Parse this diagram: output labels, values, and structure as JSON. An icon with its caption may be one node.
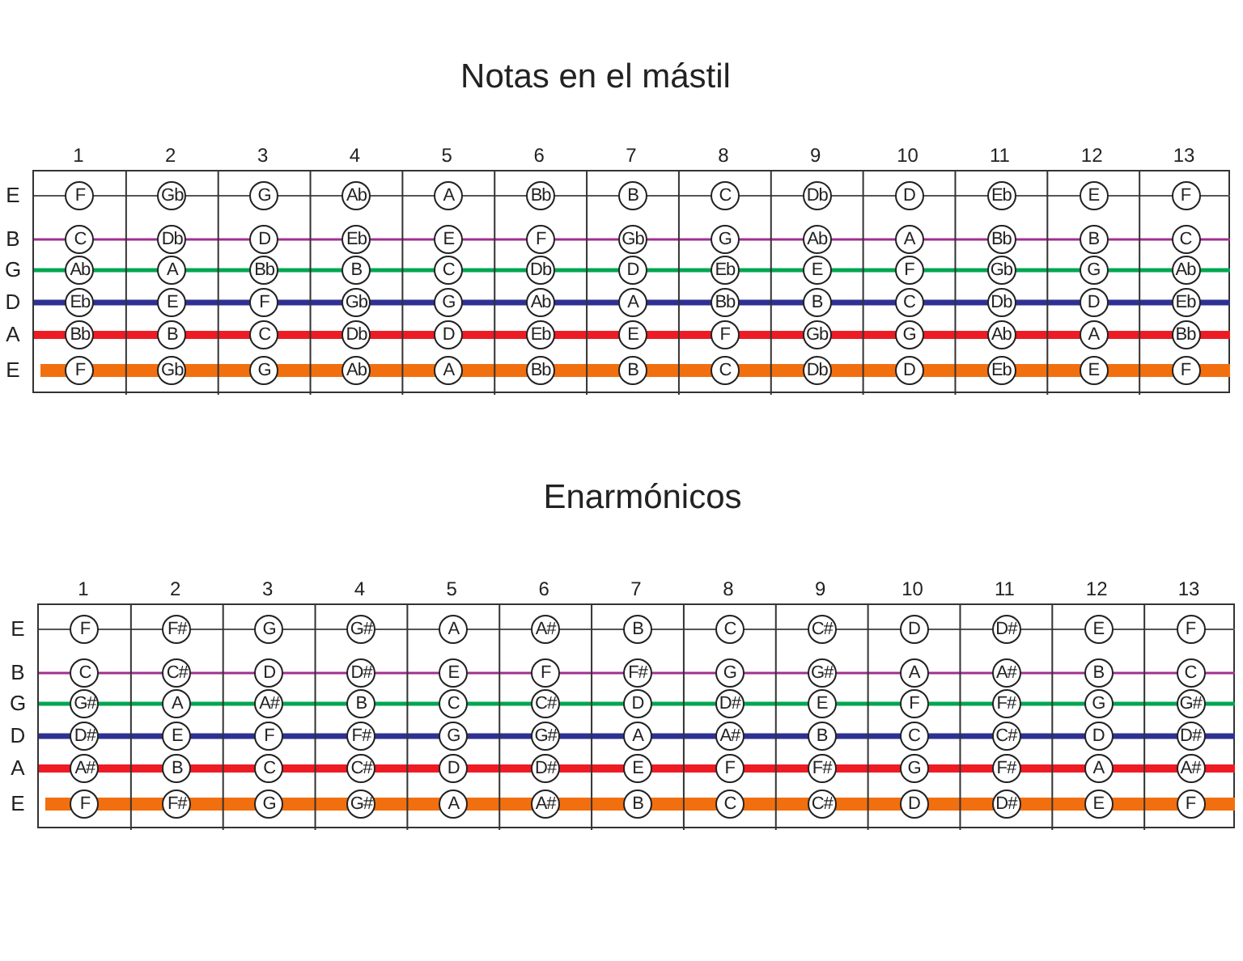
{
  "diagram": {
    "title": "Notas en el mástil",
    "nodes": [
      {
        "text": [],
        "shape": "box"
      },
      {
        "text": [
          "F"
        ],
        "in": 0
      },
      {
        "text": [
          "Gb"
        ],
        "in": 0
      },
      {
        "text": [
          "G"
        ],
        "in": 0
      },
      {
        "text": [
          "Ab"
        ],
        "in": 0
      },
      {
        "text": [
          "A"
        ],
        "in": 0
      },
      {
        "text": [
          "Bb"
        ],
        "in": 0
      },
      {
        "text": [
          "B"
        ],
        "in": 0
      },
      {
        "text": [
          "C"
        ],
        "in": 0
      },
      {
        "text": [
          "Db"
        ],
        "in": 0
      },
      {
        "text": [
          "D"
        ],
        "in": 0
      },
      {
        "text": [
          "Eb"
        ],
        "in": 0
      },
      {
        "text": [
          "E"
        ],
        "in": 0
      },
      {
        "text": [
          "F"
        ],
        "in": 0
      },
      {
        "text": [
          "C"
        ],
        "in": 0
      },
      {
        "text": [
          "Db"
        ],
        "in": 0
      },
      {
        "text": [
          "D"
        ],
        "in": 0
      },
      {
        "text": [
          "Eb"
        ],
        "in": 0
      },
      {
        "text": [
          "E"
        ],
        "in": 0
      },
      {
        "text": [
          "F"
        ],
        "in": 0
      },
      {
        "text": [
          "Gb"
        ],
        "in": 0
      },
      {
        "text": [
          "G"
        ],
        "in": 0
      },
      {
        "text": [
          "Ab"
        ],
        "in": 0
      },
      {
        "text": [
          "A"
        ],
        "in": 0
      },
      {
        "text": [
          "Bb"
        ],
        "in": 0
      },
      {
        "text": [
          "B"
        ],
        "in": 0
      },
      {
        "text": [
          "C"
        ],
        "in": 0
      },
      {
        "text": [
          "Ab"
        ],
        "in": 0
      },
      {
        "text": [
          "A"
        ],
        "in": 0
      },
      {
        "text": [
          "Bb"
        ],
        "in": 0
      },
      {
        "text": [
          "B"
        ],
        "in": 0
      },
      {
        "text": [
          "C"
        ],
        "in": 0
      },
      {
        "text": [
          "Db"
        ],
        "in": 0
      },
      {
        "text": [
          "D"
        ],
        "in": 0
      },
      {
        "text": [
          "Eb"
        ],
        "in": 0
      },
      {
        "text": [
          "E"
        ],
        "in": 0
      },
      {
        "text": [
          "F"
        ],
        "in": 0
      },
      {
        "text": [
          "Gb"
        ],
        "in": 0
      },
      {
        "text": [
          "G"
        ],
        "in": 0
      },
      {
        "text": [
          "Ab"
        ],
        "in": 0
      },
      {
        "text": [
          "Eb"
        ],
        "in": 0
      },
      {
        "text": [
          "E"
        ],
        "in": 0
      },
      {
        "text": [
          "F"
        ],
        "in": 0
      },
      {
        "text": [
          "Gb"
        ],
        "in": 0
      },
      {
        "text": [
          "G"
        ],
        "in": 0
      },
      {
        "text": [
          "Ab"
        ],
        "in": 0
      },
      {
        "text": [
          "A"
        ],
        "in": 0
      },
      {
        "text": [
          "Bb"
        ],
        "in": 0
      },
      {
        "text": [
          "B"
        ],
        "in": 0
      },
      {
        "text": [
          "C"
        ],
        "in": 0
      },
      {
        "text": [
          "Db"
        ],
        "in": 0
      },
      {
        "text": [
          "D"
        ],
        "in": 0
      },
      {
        "text": [
          "Eb"
        ],
        "in": 0
      },
      {
        "text": [
          "Bb"
        ],
        "in": 0
      },
      {
        "text": [
          "B"
        ],
        "in": 0
      },
      {
        "text": [
          "C"
        ],
        "in": 0
      },
      {
        "text": [
          "Db"
        ],
        "in": 0
      },
      {
        "text": [
          "D"
        ],
        "in": 0
      },
      {
        "text": [
          "Eb"
        ],
        "in": 0
      },
      {
        "text": [
          "E"
        ],
        "in": 0
      },
      {
        "text": [
          "F"
        ],
        "in": 0
      },
      {
        "text": [
          "Gb"
        ],
        "in": 0
      },
      {
        "text": [
          "G"
        ],
        "in": 0
      },
      {
        "text": [
          "Ab"
        ],
        "in": 0
      },
      {
        "text": [
          "A"
        ],
        "in": 0
      },
      {
        "text": [
          "Bb"
        ],
        "in": 0
      },
      {
        "text": [
          "F"
        ],
        "in": 0
      },
      {
        "text": [
          "Gb"
        ],
        "in": 0
      },
      {
        "text": [
          "G"
        ],
        "in": 0
      },
      {
        "text": [
          "Ab"
        ],
        "in": 0
      },
      {
        "text": [
          "A"
        ],
        "in": 0
      },
      {
        "text": [
          "Bb"
        ],
        "in": 0
      },
      {
        "text": [
          "B"
        ],
        "in": 0
      },
      {
        "text": [
          "C"
        ],
        "in": 0
      },
      {
        "text": [
          "Db"
        ],
        "in": 0
      },
      {
        "text": [
          "D"
        ],
        "in": 0
      },
      {
        "text": [
          "Eb"
        ],
        "in": 0
      },
      {
        "text": [
          "E"
        ],
        "in": 0
      },
      {
        "text": [
          "F"
        ],
        "in": 0
      },
      {
        "text": [],
        "shape": "box"
      },
      {
        "text": [
          "F"
        ],
        "in": 79
      },
      {
        "text": [
          "F#"
        ],
        "in": 79
      },
      {
        "text": [
          "G"
        ],
        "in": 79
      },
      {
        "text": [
          "G#"
        ],
        "in": 79
      },
      {
        "text": [
          "A"
        ],
        "in": 79
      },
      {
        "text": [
          "A#"
        ],
        "in": 79
      },
      {
        "text": [
          "B"
        ],
        "in": 79
      },
      {
        "text": [
          "C"
        ],
        "in": 79
      },
      {
        "text": [
          "C#"
        ],
        "in": 79
      },
      {
        "text": [
          "D"
        ],
        "in": 79
      },
      {
        "text": [
          "D#"
        ],
        "in": 79
      },
      {
        "text": [
          "E"
        ],
        "in": 79
      },
      {
        "text": [
          "F"
        ],
        "in": 79
      },
      {
        "text": [
          "C"
        ],
        "in": 79
      },
      {
        "text": [
          "C#"
        ],
        "in": 79
      },
      {
        "text": [
          "D"
        ],
        "in": 79
      },
      {
        "text": [
          "D#"
        ],
        "in": 79
      },
      {
        "text": [
          "E"
        ],
        "in": 79
      },
      {
        "text": [
          "F"
        ],
        "in": 79
      },
      {
        "text": [
          "F#"
        ],
        "in": 79
      },
      {
        "text": [
          "G"
        ],
        "in": 79
      },
      {
        "text": [
          "G#"
        ],
        "in": 79
      },
      {
        "text": [
          "A"
        ],
        "in": 79
      },
      {
        "text": [
          "A#"
        ],
        "in": 79
      },
      {
        "text": [
          "B"
        ],
        "in": 79
      },
      {
        "text": [
          "C"
        ],
        "in": 79
      },
      {
        "text": [
          "G#"
        ],
        "in": 79
      },
      {
        "text": [
          "A"
        ],
        "in": 79
      },
      {
        "text": [
          "A#"
        ],
        "in": 79
      },
      {
        "text": [
          "B"
        ],
        "in": 79
      },
      {
        "text": [
          "C"
        ],
        "in": 79
      },
      {
        "text": [
          "C#"
        ],
        "in": 79
      },
      {
        "text": [
          "D"
        ],
        "in": 79
      },
      {
        "text": [
          "D#"
        ],
        "in": 79
      },
      {
        "text": [
          "E"
        ],
        "in": 79
      },
      {
        "text": [
          "F"
        ],
        "in": 79
      },
      {
        "text": [
          "F#"
        ],
        "in": 79
      },
      {
        "text": [
          "G"
        ],
        "in": 79
      },
      {
        "text": [
          "G#"
        ],
        "in": 79
      },
      {
        "text": [
          "D#"
        ],
        "in": 79
      },
      {
        "text": [
          "E"
        ],
        "in": 79
      },
      {
        "text": [
          "F"
        ],
        "in": 79
      },
      {
        "text": [
          "F#"
        ],
        "in": 79
      },
      {
        "text": [
          "G"
        ],
        "in": 79
      },
      {
        "text": [
          "G#"
        ],
        "in": 79
      },
      {
        "text": [
          "A"
        ],
        "in": 79
      },
      {
        "text": [
          "A#"
        ],
        "in": 79
      },
      {
        "text": [
          "B"
        ],
        "in": 79
      },
      {
        "text": [
          "C"
        ],
        "in": 79
      },
      {
        "text": [
          "C#"
        ],
        "in": 79
      },
      {
        "text": [
          "D"
        ],
        "in": 79
      },
      {
        "text": [
          "D#"
        ],
        "in": 79
      },
      {
        "text": [
          "A#"
        ],
        "in": 79
      },
      {
        "text": [
          "B"
        ],
        "in": 79
      },
      {
        "text": [
          "C"
        ],
        "in": 79
      },
      {
        "text": [
          "C#"
        ],
        "in": 79
      },
      {
        "text": [
          "D"
        ],
        "in": 79
      },
      {
        "text": [
          "D#"
        ],
        "in": 79
      },
      {
        "text": [
          "E"
        ],
        "in": 79
      },
      {
        "text": [
          "F"
        ],
        "in": 79
      },
      {
        "text": [
          "F#"
        ],
        "in": 79
      },
      {
        "text": [
          "G"
        ],
        "in": 79
      },
      {
        "text": [
          "F#"
        ],
        "in": 79
      },
      {
        "text": [
          "A"
        ],
        "in": 79
      },
      {
        "text": [
          "A#"
        ],
        "in": 79
      },
      {
        "text": [
          "F"
        ],
        "in": 79
      },
      {
        "text": [
          "F#"
        ],
        "in": 79
      },
      {
        "text": [
          "G"
        ],
        "in": 79
      },
      {
        "text": [
          "G#"
        ],
        "in": 79
      },
      {
        "text": [
          "A"
        ],
        "in": 79
      },
      {
        "text": [
          "A#"
        ],
        "in": 79
      },
      {
        "text": [
          "B"
        ],
        "in": 79
      },
      {
        "text": [
          "C"
        ],
        "in": 79
      },
      {
        "text": [
          "C#"
        ],
        "in": 79
      },
      {
        "text": [
          "D"
        ],
        "in": 79
      },
      {
        "text": [
          "D#"
        ],
        "in": 79
      },
      {
        "text": [
          "E"
        ],
        "in": 79
      },
      {
        "text": [
          "F"
        ],
        "in": 79
      }
    ],
    "labels": [
      "1",
      "2",
      "3",
      "4",
      "5",
      "6",
      "7",
      "8",
      "9",
      "10",
      "11",
      "12",
      "13",
      "E",
      "B",
      "G",
      "D",
      "A",
      "E",
      "Enarmónicos",
      "1",
      "2",
      "3",
      "4",
      "5",
      "6",
      "7",
      "8",
      "9",
      "10",
      "11",
      "12",
      "13",
      "E",
      "B",
      "G",
      "D",
      "A",
      "E"
    ]
  }
}
